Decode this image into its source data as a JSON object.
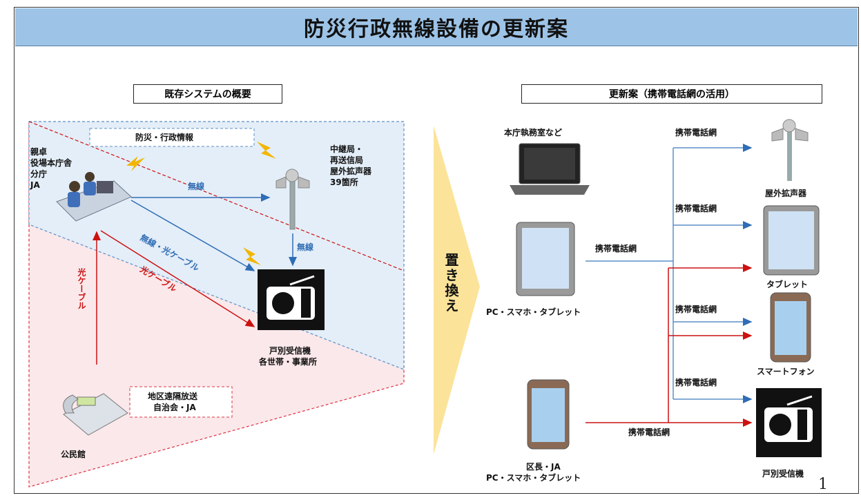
{
  "title": "防災行政無線設備の更新案",
  "left_panel": {
    "heading": "既存システムの概要",
    "info_box": "防災・行政情報",
    "office_lines": [
      "親卓",
      "役場本庁舎",
      "分庁",
      "JA"
    ],
    "relay_lines": [
      "中継局・",
      "再送信局",
      "屋外拡声器",
      "39箇所"
    ],
    "label_wireless_top": "無線",
    "label_wireless_cable": "無線・光ケーブル",
    "label_optical_diag": "光ケーブル",
    "label_optical_vertical": "光ケーブル",
    "label_wireless_down": "無線",
    "receiver_lines": [
      "戸別受信機",
      "各世帯・事業所"
    ],
    "district_lines": [
      "地区遠隔放送",
      "自治会・JA"
    ],
    "community_hall": "公民館"
  },
  "arrow_text": "置き換え",
  "right_panel": {
    "heading": "更新案（携帯電話網の活用）",
    "pc_label": "本庁執務室など",
    "tablet_label": "PC・スマホ・タブレット",
    "phone_labels": [
      "区長・JA",
      "PC・スマホ・タブレット"
    ],
    "net_label_1": "携帯電話網",
    "net_label_2": "携帯電話網",
    "net_label_3": "携帯電話網",
    "net_label_4": "携帯電話網",
    "net_label_5": "携帯電話網",
    "net_label_6": "携帯電話網",
    "out_speaker": "屋外拡声器",
    "out_tablet": "タブレット",
    "out_phone": "スマートフォン",
    "out_receiver": "戸別受信機"
  },
  "page_number": "1",
  "colors": {
    "title_bg": "#9dc3e6",
    "blue": "#2f6db5",
    "red": "#cc1111",
    "arrow": "#fbe39a"
  }
}
